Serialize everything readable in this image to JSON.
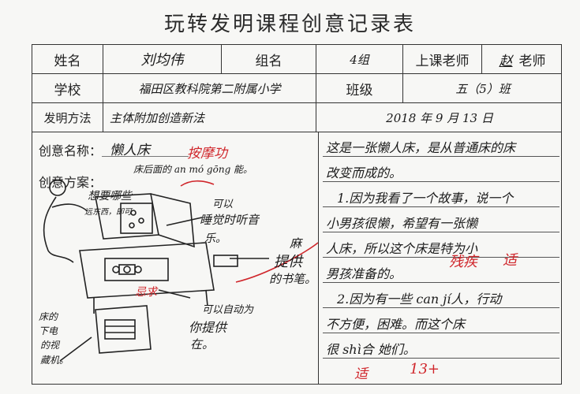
{
  "title": "玩转发明课程创意记录表",
  "row1": {
    "name_label": "姓名",
    "name_value": "刘均伟",
    "group_label": "组名",
    "group_value": "4组",
    "teacher_label": "上课老师",
    "teacher_value": "赵",
    "teacher_suffix": "老师"
  },
  "row2": {
    "school_label": "学校",
    "school_value": "福田区教科院第二附属小学",
    "class_label": "班级",
    "class_value": "五（5）班"
  },
  "row3": {
    "method_label": "发明方法",
    "method_value": "主体附加创造新法",
    "date": "2018  年 9 月 13 日"
  },
  "left": {
    "idea_name_label": "创意名称：",
    "idea_name_value": "懒人床",
    "idea_plan_label": "创意方案：",
    "annot_top_red": "按摩功",
    "annot_top_black": "床后面的 an mó gōng 能。",
    "annot_want": "想要哪些",
    "annot_far": "远东西，即可",
    "annot_sleep1": "可以",
    "annot_sleep2": "睡觉时听音",
    "annot_sleep3": "乐。",
    "annot_pen1": "麻",
    "annot_pen2": "提供",
    "annot_pen3": "的书笔。",
    "annot_shoot": "可以自动为",
    "annot_shoot2": "你提供",
    "annot_shoot3": "在。",
    "annot_bed1": "床的",
    "annot_bed2": "下电",
    "annot_bed3": "的视",
    "annot_bed4": "藏机。",
    "red_small": "忌求"
  },
  "right": {
    "lines": [
      "这是一张懒人床，是从普通床的床",
      "改变而成的。",
      "1.因为我看了一个故事，说一个",
      "小男孩很懒，希望有一张懒",
      "人床，所以这个床是特为小",
      "男孩准备的。",
      "2.因为有一些 can jí人，行动",
      "不方便，困难。而这个床",
      "很 shì合 她们。"
    ],
    "red_annot1": "残疾",
    "red_annot2": "适",
    "red_annot3": "适",
    "red_score": "13+"
  }
}
